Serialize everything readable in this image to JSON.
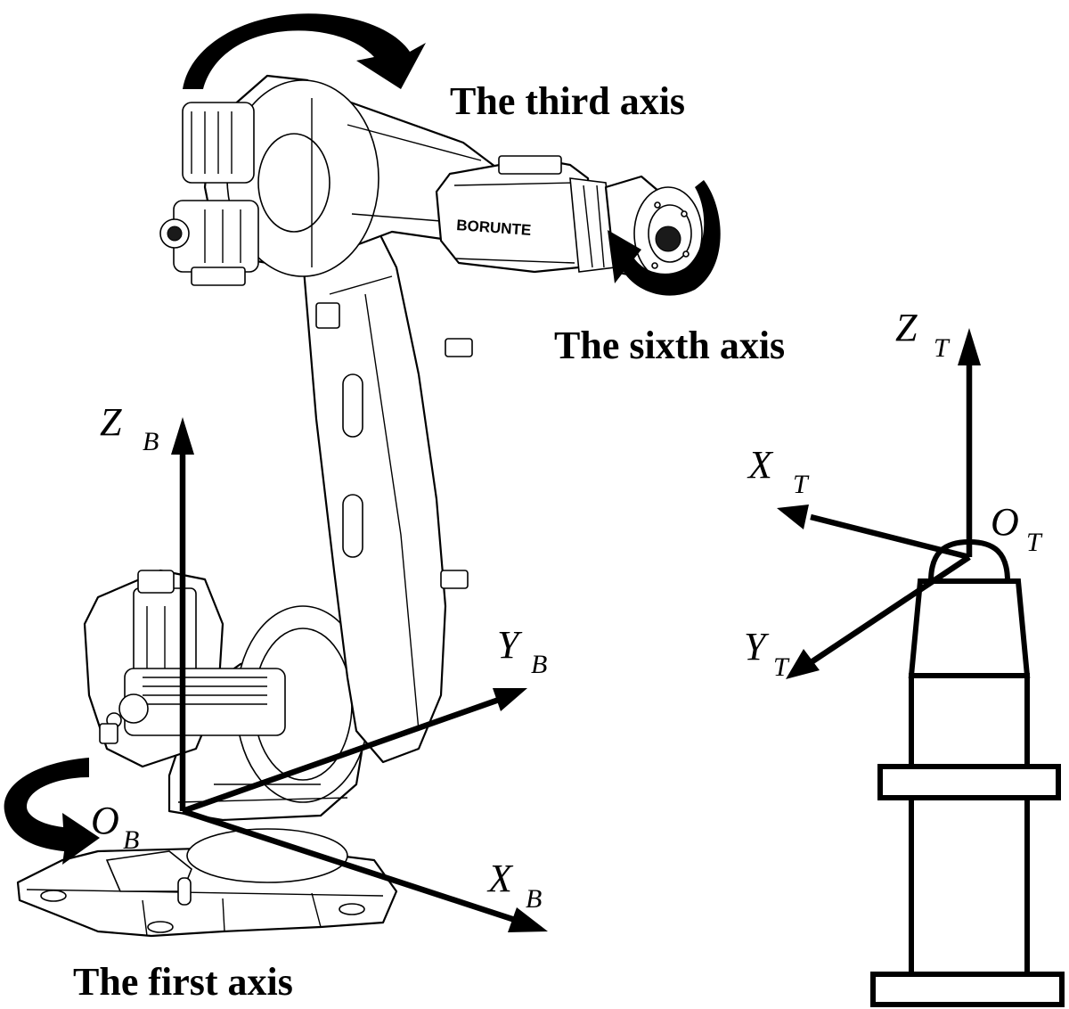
{
  "labels": {
    "third_axis": "The third axis",
    "sixth_axis": "The sixth axis",
    "first_axis": "The first axis"
  },
  "brand": "BORUNTE",
  "base_frame": {
    "z": "Z",
    "z_sub": "B",
    "y": "Y",
    "y_sub": "B",
    "x": "X",
    "x_sub": "B",
    "o": "O",
    "o_sub": "B"
  },
  "tool_frame": {
    "z": "Z",
    "z_sub": "T",
    "x": "X",
    "x_sub": "T",
    "y": "Y",
    "y_sub": "T",
    "o": "O",
    "o_sub": "T"
  }
}
